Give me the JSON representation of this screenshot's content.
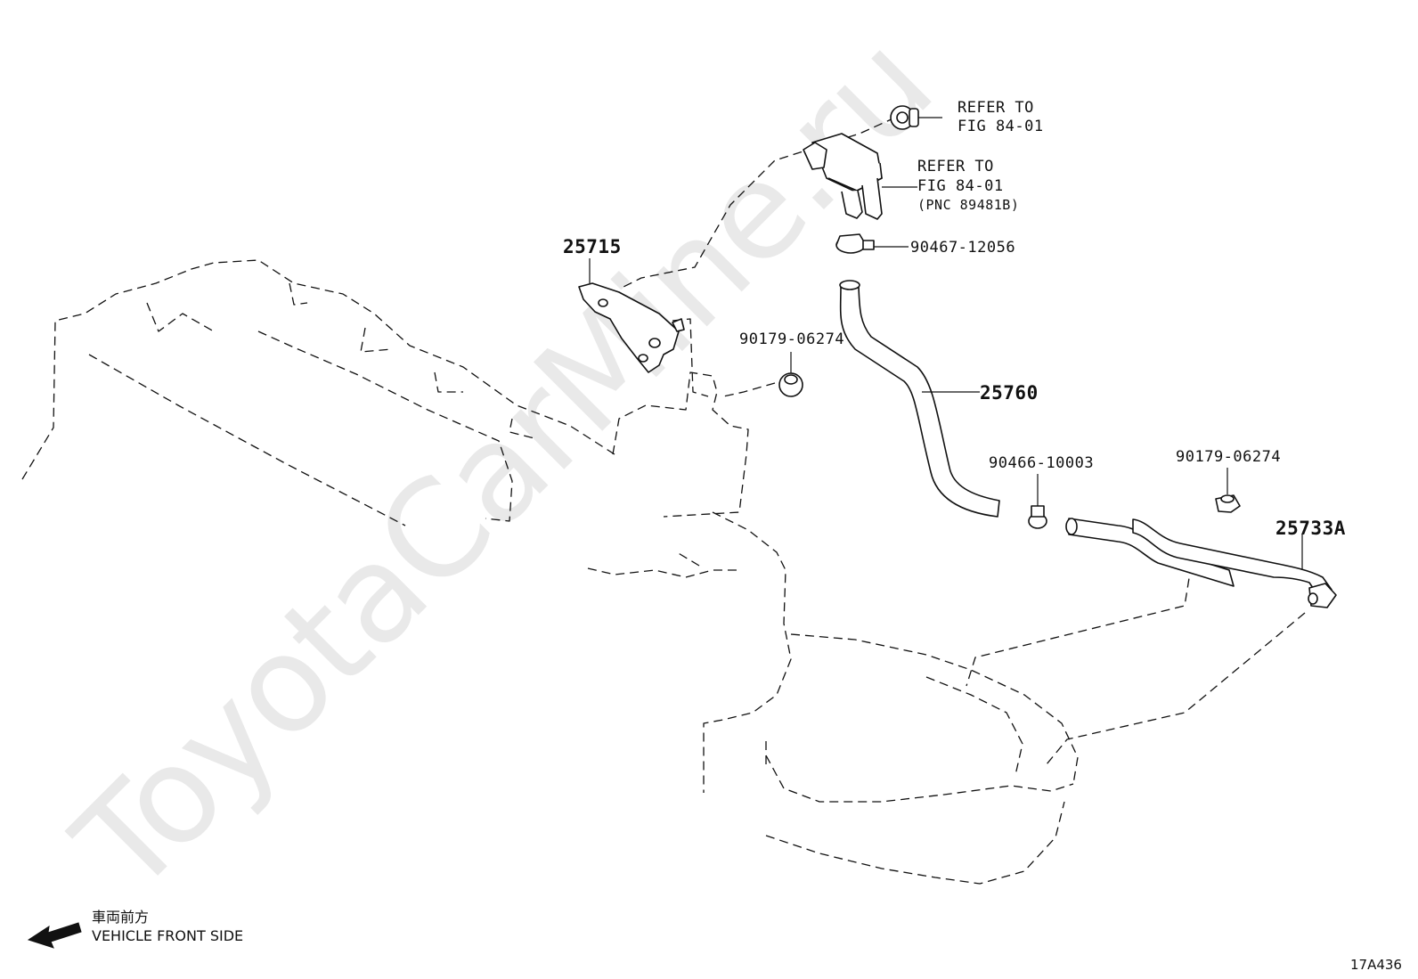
{
  "watermark": "ToyotaCarMine.ru",
  "callouts": {
    "refer1_line1": "REFER TO",
    "refer1_line2": "FIG 84-01",
    "refer2_line1": "REFER TO",
    "refer2_line2": "FIG 84-01",
    "refer2_line3": "(PNC 89481B)",
    "part_90467": "90467-12056",
    "part_25715": "25715",
    "part_90179_a": "90179-06274",
    "part_25760": "25760",
    "part_90466": "90466-10003",
    "part_90179_b": "90179-06274",
    "part_25733A": "25733A"
  },
  "direction": {
    "jp_label": "車両前方",
    "en_label": "VEHICLE FRONT SIDE",
    "icon": "arrow-left-icon"
  },
  "figure_id": "17A436"
}
